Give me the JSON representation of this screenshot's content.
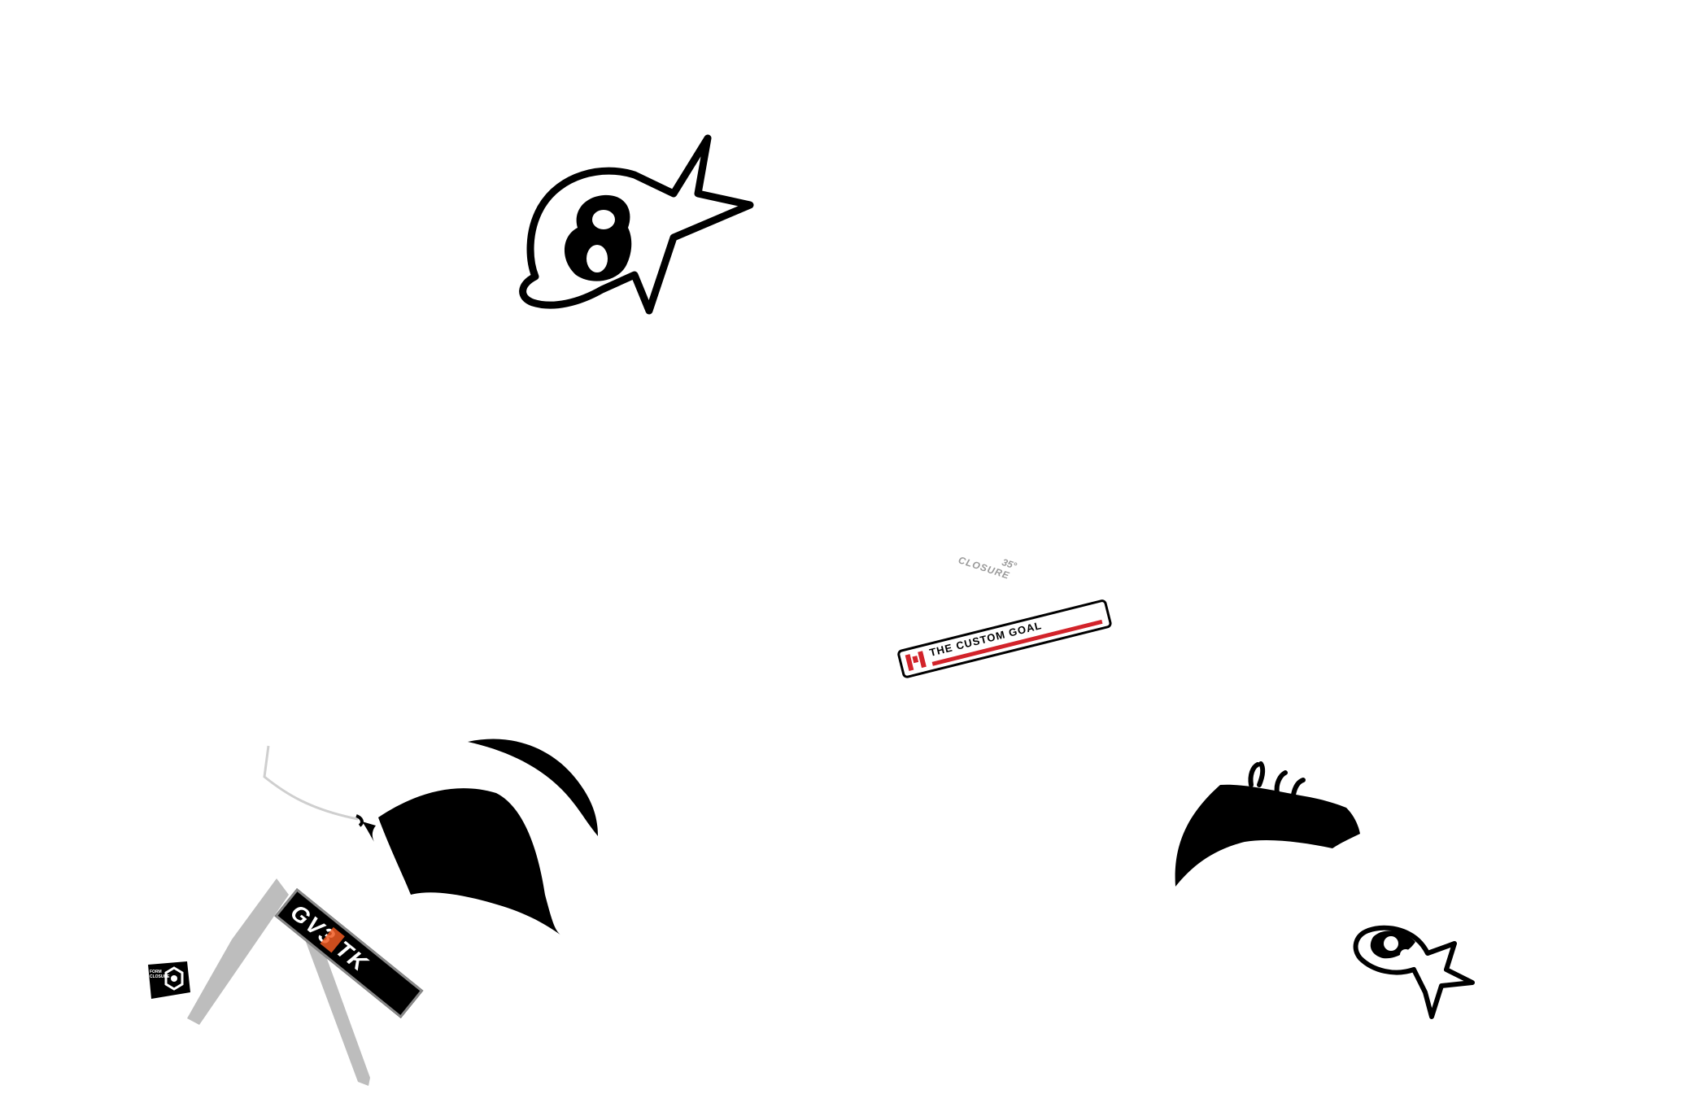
{
  "colors": {
    "background": "#ffffff",
    "black": "#000000",
    "grey": "#bdbdbd",
    "label_grey": "#9a9a9a",
    "red": "#d2232a",
    "orange": "#f05a22"
  },
  "decals": {
    "closure_label": {
      "line1": "35°",
      "line2": "CLOSURE"
    },
    "custom_goal_banner": {
      "text": "THE CUSTOM GOAL"
    },
    "model_badge": {
      "text": "GV3 TK"
    },
    "small_hex_badge": {
      "text": "FORM CLOSURE"
    }
  },
  "icons": {
    "large_star_logo": "alpinestars-star-logo",
    "small_star_logo": "alpinestars-star-logo",
    "flag": "maple-leaf-flag"
  }
}
